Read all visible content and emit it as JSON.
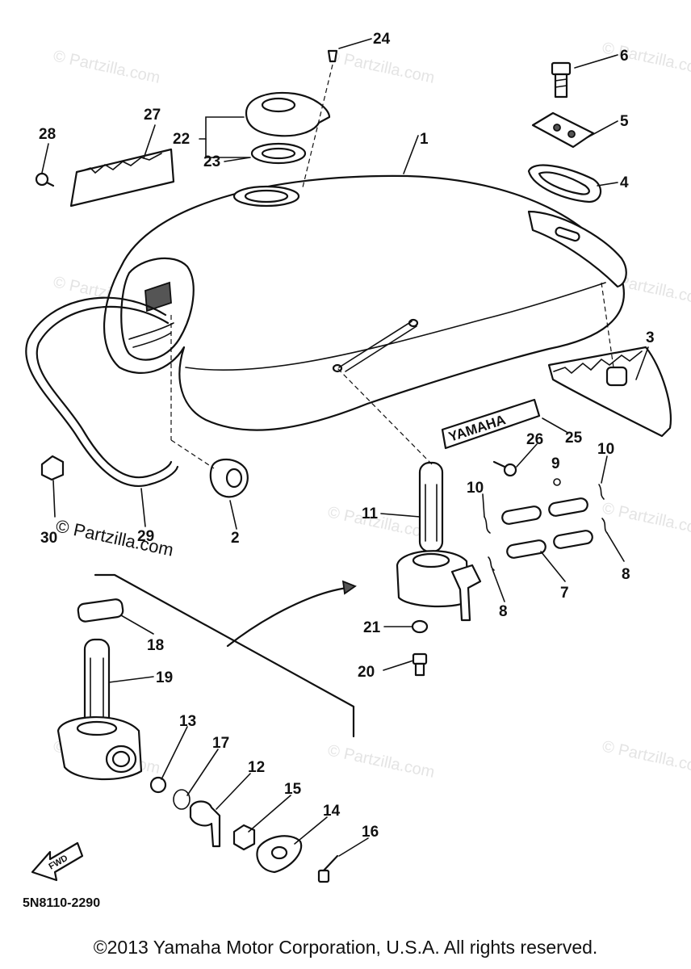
{
  "watermark": {
    "text": "© Partzilla.com"
  },
  "watermark_dark": {
    "text": "© Partzilla.com"
  },
  "part_number": "5N8110-2290",
  "fwd_label": "FWD",
  "copyright": "©2013 Yamaha Motor Corporation, U.S.A. All rights reserved.",
  "tank_emblem": "YAMAHA",
  "callouts": [
    "1",
    "2",
    "3",
    "4",
    "5",
    "6",
    "7",
    "8",
    "8",
    "9",
    "10",
    "10",
    "11",
    "12",
    "13",
    "14",
    "15",
    "16",
    "17",
    "18",
    "19",
    "20",
    "21",
    "22",
    "23",
    "24",
    "25",
    "26",
    "27",
    "28",
    "29",
    "30"
  ]
}
